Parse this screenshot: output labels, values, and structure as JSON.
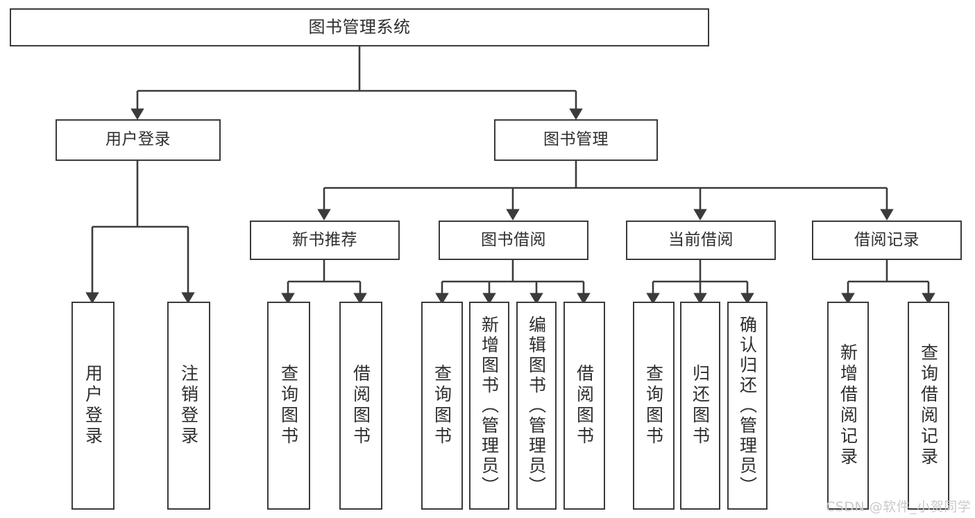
{
  "diagram": {
    "title": "图书管理系统",
    "type": "hierarchy-tree",
    "root": {
      "label": "图书管理系统"
    },
    "level1": [
      {
        "label": "用户登录"
      },
      {
        "label": "图书管理"
      }
    ],
    "level2": [
      {
        "label": "新书推荐"
      },
      {
        "label": "图书借阅"
      },
      {
        "label": "当前借阅"
      },
      {
        "label": "借阅记录"
      }
    ],
    "leaves": {
      "user_login": [
        {
          "label": "用户登录"
        },
        {
          "label": "注销登录"
        }
      ],
      "new_book_recommend": [
        {
          "label": "查询图书"
        },
        {
          "label": "借阅图书"
        }
      ],
      "book_borrow": [
        {
          "label": "查询图书"
        },
        {
          "label": "新增图书（管理员）"
        },
        {
          "label": "编辑图书（管理员）"
        },
        {
          "label": "借阅图书"
        }
      ],
      "current_borrow": [
        {
          "label": "查询图书"
        },
        {
          "label": "归还图书"
        },
        {
          "label": "确认归还（管理员）"
        }
      ],
      "borrow_record": [
        {
          "label": "新增借阅记录"
        },
        {
          "label": "查询借阅记录"
        }
      ]
    }
  },
  "watermark": {
    "text": "CSDN @软件_小贺同学"
  },
  "colors": {
    "box_border": "#3b3b3b",
    "box_fill": "#ffffff",
    "text": "#2e2e2e",
    "line": "#3b3b3b",
    "watermark": "#c9c9c9",
    "background": "#ffffff"
  }
}
